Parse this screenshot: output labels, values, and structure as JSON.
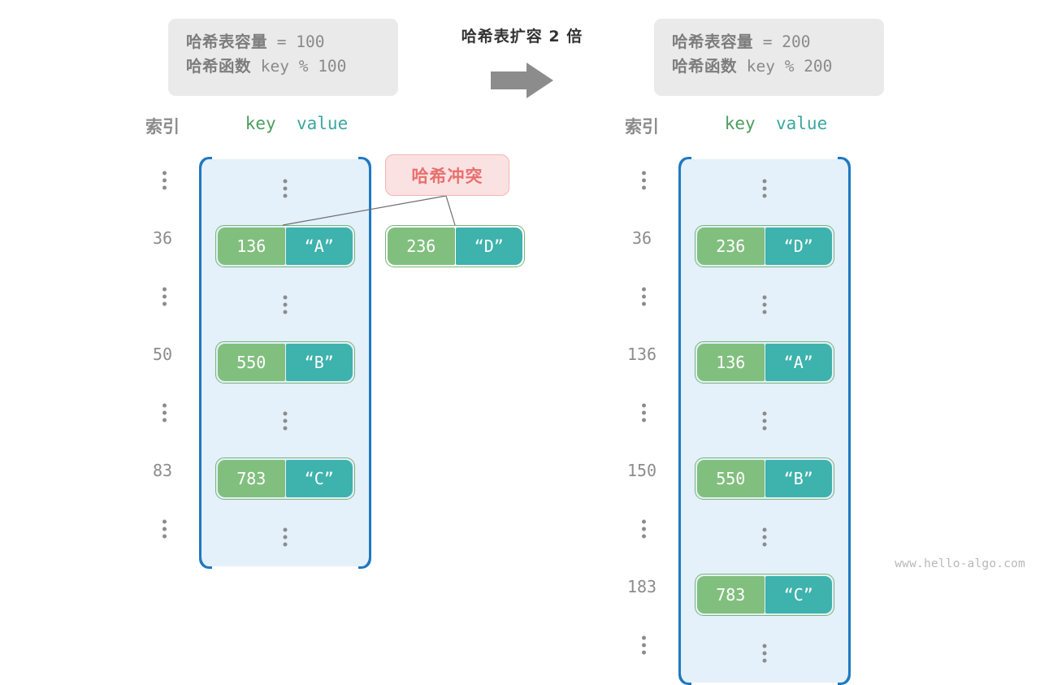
{
  "info_left": {
    "capacity_label": "哈希表容量",
    "capacity_expr": " = 100",
    "hash_label": "哈希函数",
    "hash_expr": " key % 100"
  },
  "info_right": {
    "capacity_label": "哈希表容量",
    "capacity_expr": " = 200",
    "hash_label": "哈希函数",
    "hash_expr": " key % 200"
  },
  "transform": {
    "caption": "哈希表扩容 2 倍",
    "arrow_icon": "right-arrow-icon",
    "arrow_color": "#8c8c8c"
  },
  "left_table": {
    "header_index": "索引",
    "header_key": "key",
    "header_value": "value",
    "rows": [
      {
        "type": "ellipsis",
        "index": "⋮"
      },
      {
        "type": "entry",
        "index": "36",
        "key": "136",
        "value": "“A”"
      },
      {
        "type": "ellipsis",
        "index": "⋮"
      },
      {
        "type": "entry",
        "index": "50",
        "key": "550",
        "value": "“B”"
      },
      {
        "type": "ellipsis",
        "index": "⋮"
      },
      {
        "type": "entry",
        "index": "83",
        "key": "783",
        "value": "“C”"
      },
      {
        "type": "ellipsis",
        "index": "⋮"
      }
    ]
  },
  "right_table": {
    "header_index": "索引",
    "header_key": "key",
    "header_value": "value",
    "rows": [
      {
        "type": "ellipsis",
        "index": "⋮"
      },
      {
        "type": "entry",
        "index": "36",
        "key": "236",
        "value": "“D”"
      },
      {
        "type": "ellipsis",
        "index": "⋮"
      },
      {
        "type": "entry",
        "index": "136",
        "key": "136",
        "value": "“A”"
      },
      {
        "type": "ellipsis",
        "index": "⋮"
      },
      {
        "type": "entry",
        "index": "150",
        "key": "550",
        "value": "“B”"
      },
      {
        "type": "ellipsis",
        "index": "⋮"
      },
      {
        "type": "entry",
        "index": "183",
        "key": "783",
        "value": "“C”"
      },
      {
        "type": "ellipsis",
        "index": "⋮"
      }
    ]
  },
  "collision": {
    "badge_label": "哈希冲突",
    "badge_bg": "#fbe2e2",
    "badge_border": "#f4b3b3",
    "badge_text_color": "#e8706e",
    "entry": {
      "key": "236",
      "value": "“D”"
    }
  },
  "colors": {
    "key_cell": "#81bf7e",
    "value_cell": "#3eb2ac",
    "array_fill": "#e4f0fa",
    "array_border": "#1f79c0",
    "entry_border": "#76b576",
    "index_text": "#8c8c8c",
    "key_header": "#4c9e5f",
    "value_header": "#3aa79f"
  },
  "watermark": "www.hello-algo.com"
}
